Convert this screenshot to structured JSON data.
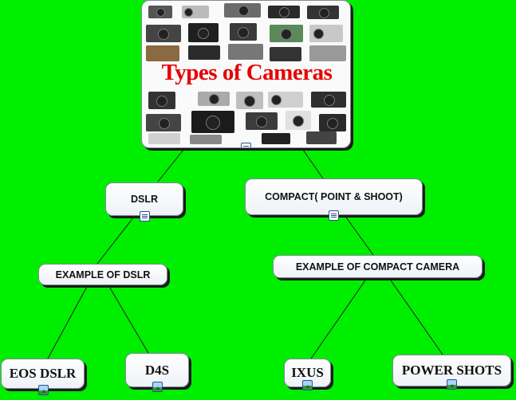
{
  "root": {
    "title": "Types of Cameras",
    "title_color": "#e60000",
    "attachment_icon": "document-icon"
  },
  "nodes": {
    "dslr": {
      "label": "DSLR",
      "attachment_icon": "document-icon"
    },
    "compact": {
      "label": "COMPACT( POINT & SHOOT)",
      "attachment_icon": "document-icon"
    },
    "example_dslr": {
      "label": "EXAMPLE OF DSLR"
    },
    "example_compact": {
      "label": "EXAMPLE OF COMPACT CAMERA"
    },
    "eos_dslr": {
      "label": "EOS DSLR",
      "attachment_icon": "image-icon"
    },
    "d4s": {
      "label": "D4S",
      "attachment_icon": "image-icon"
    },
    "ixus": {
      "label": "IXUS",
      "attachment_icon": "image-icon"
    },
    "power_shots": {
      "label": "POWER SHOTS",
      "attachment_icon": "image-icon"
    }
  },
  "colors": {
    "background": "#00ee00",
    "node_fill": "#ffffff",
    "node_border": "#7f8a99",
    "connector": "#1a1a1a"
  }
}
